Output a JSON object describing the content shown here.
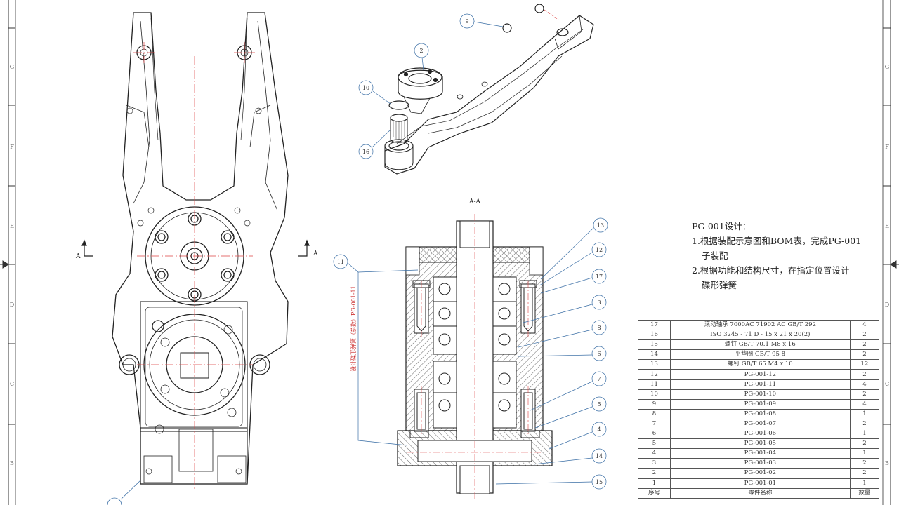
{
  "frame": {
    "left_zones": [
      "G",
      "F",
      "E",
      "D",
      "C",
      "B"
    ],
    "right_zones": [
      "G",
      "F",
      "E",
      "D",
      "C",
      "B"
    ]
  },
  "section_labels": {
    "left_marker": "A",
    "right_marker": "A",
    "view_title": "A-A"
  },
  "vertical_note": "设计碟形弹簧（参数）PG-001-11",
  "balloons_iso": [
    "9",
    "2",
    "10",
    "16"
  ],
  "balloons_section": [
    "13",
    "12",
    "17",
    "3",
    "8",
    "6",
    "7",
    "5",
    "4",
    "14",
    "15",
    "11"
  ],
  "design_note": {
    "title": "PG-001设计：",
    "line1": "1.根据装配示意图和BOM表，完成PG-001",
    "line1b": "子装配",
    "line2": "2.根据功能和结构尺寸，在指定位置设计",
    "line2b": "碟形弹簧"
  },
  "bom": {
    "rows": [
      {
        "no": "17",
        "name": "滚动轴承 7000AC 71902 AC GB/T 292",
        "qty": "4"
      },
      {
        "no": "16",
        "name": "ISO 3245 - 71 D - 15 x 21 x 20(2)",
        "qty": "2"
      },
      {
        "no": "15",
        "name": "螺钉 GB/T 70.1 M8 x 16",
        "qty": "2"
      },
      {
        "no": "14",
        "name": "平垫圈 GB/T 95 8",
        "qty": "2"
      },
      {
        "no": "13",
        "name": "螺钉 GB/T 65 M4 x 10",
        "qty": "12"
      },
      {
        "no": "12",
        "name": "PG-001-12",
        "qty": "2"
      },
      {
        "no": "11",
        "name": "PG-001-11",
        "qty": "4"
      },
      {
        "no": "10",
        "name": "PG-001-10",
        "qty": "2"
      },
      {
        "no": "9",
        "name": "PG-001-09",
        "qty": "4"
      },
      {
        "no": "8",
        "name": "PG-001-08",
        "qty": "1"
      },
      {
        "no": "7",
        "name": "PG-001-07",
        "qty": "2"
      },
      {
        "no": "6",
        "name": "PG-001-06",
        "qty": "1"
      },
      {
        "no": "5",
        "name": "PG-001-05",
        "qty": "2"
      },
      {
        "no": "4",
        "name": "PG-001-04",
        "qty": "1"
      },
      {
        "no": "3",
        "name": "PG-001-03",
        "qty": "2"
      },
      {
        "no": "2",
        "name": "PG-001-02",
        "qty": "2"
      },
      {
        "no": "1",
        "name": "PG-001-01",
        "qty": "1"
      }
    ],
    "header": {
      "no": "序号",
      "name": "零件名称",
      "qty": "数量"
    }
  }
}
